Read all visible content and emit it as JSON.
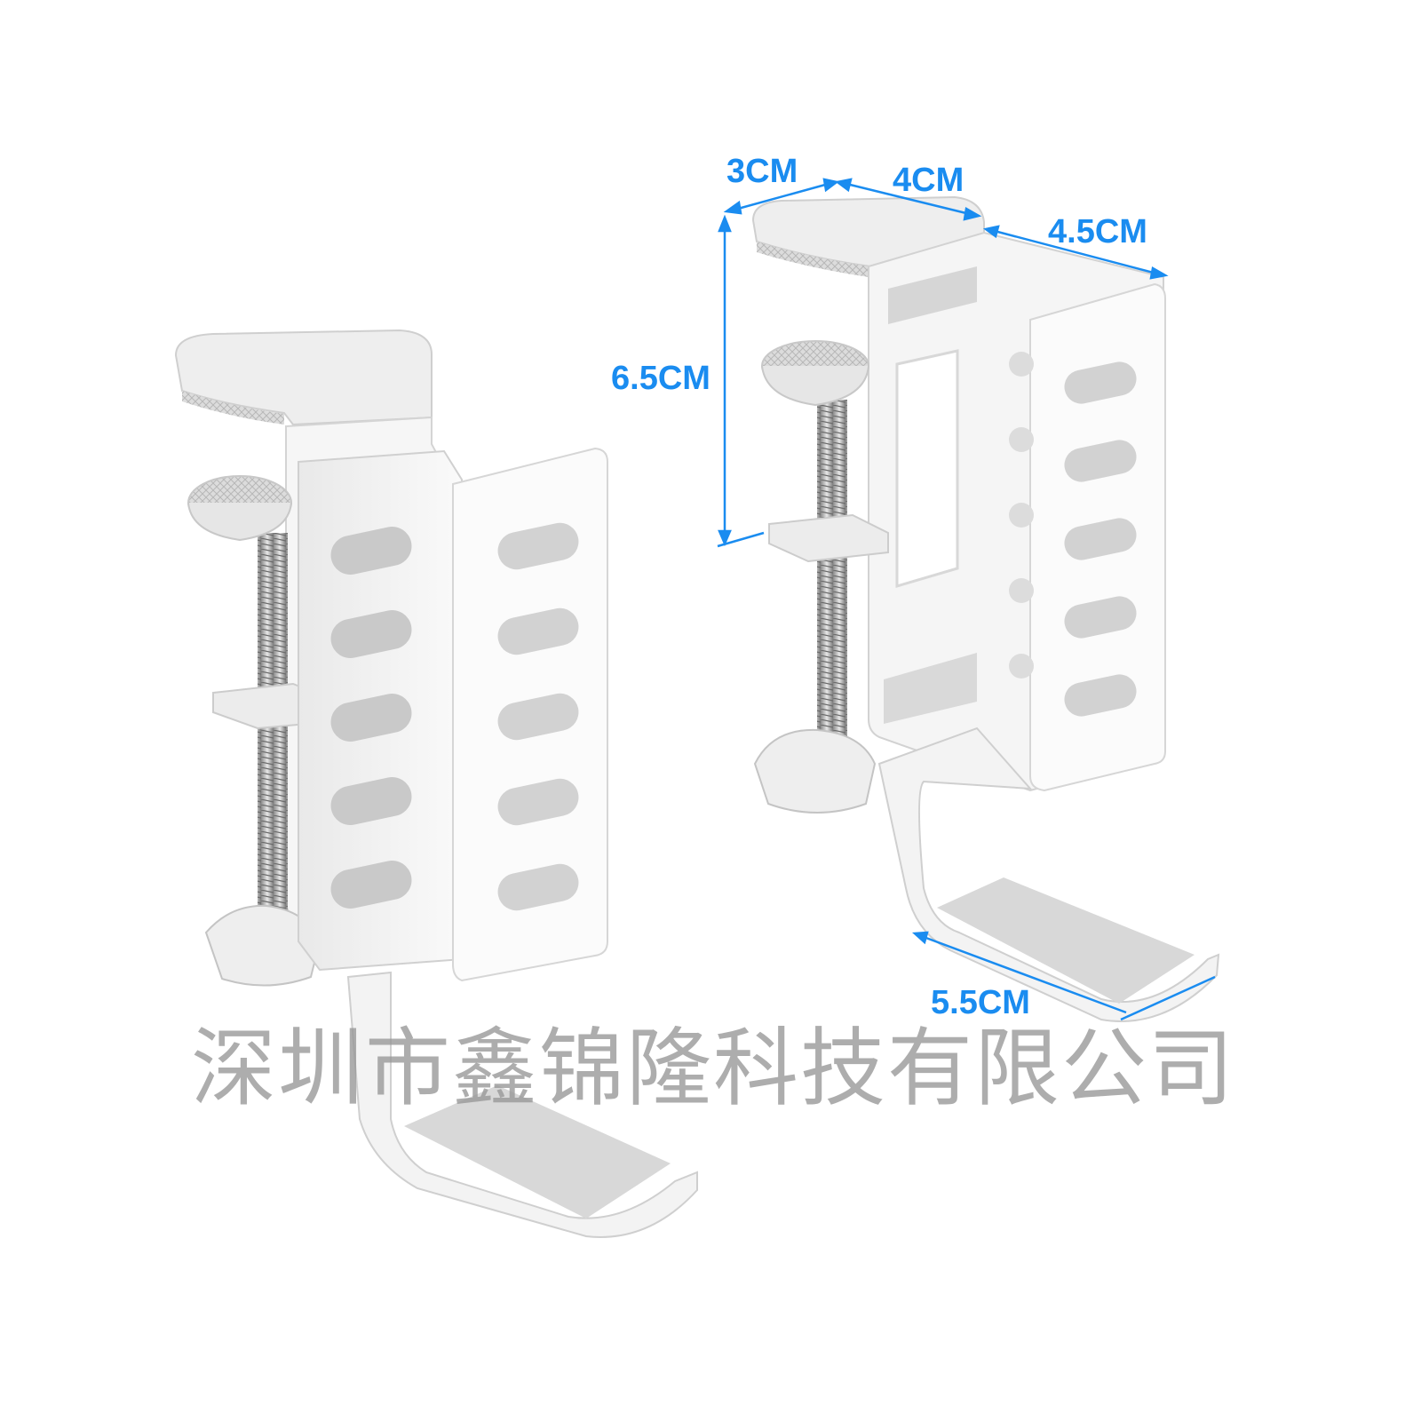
{
  "dimensions": {
    "depth_top": "3CM",
    "width_top": "4CM",
    "side_width": "4.5CM",
    "height": "6.5CM",
    "hook_length": "5.5CM"
  },
  "watermark": "深圳市鑫锦隆科技有限公司",
  "colors": {
    "dimension_text": "#1a8cf0",
    "product_body": "#f4f4f4",
    "product_shadow": "#d9d9d9",
    "watermark": "#969696"
  }
}
